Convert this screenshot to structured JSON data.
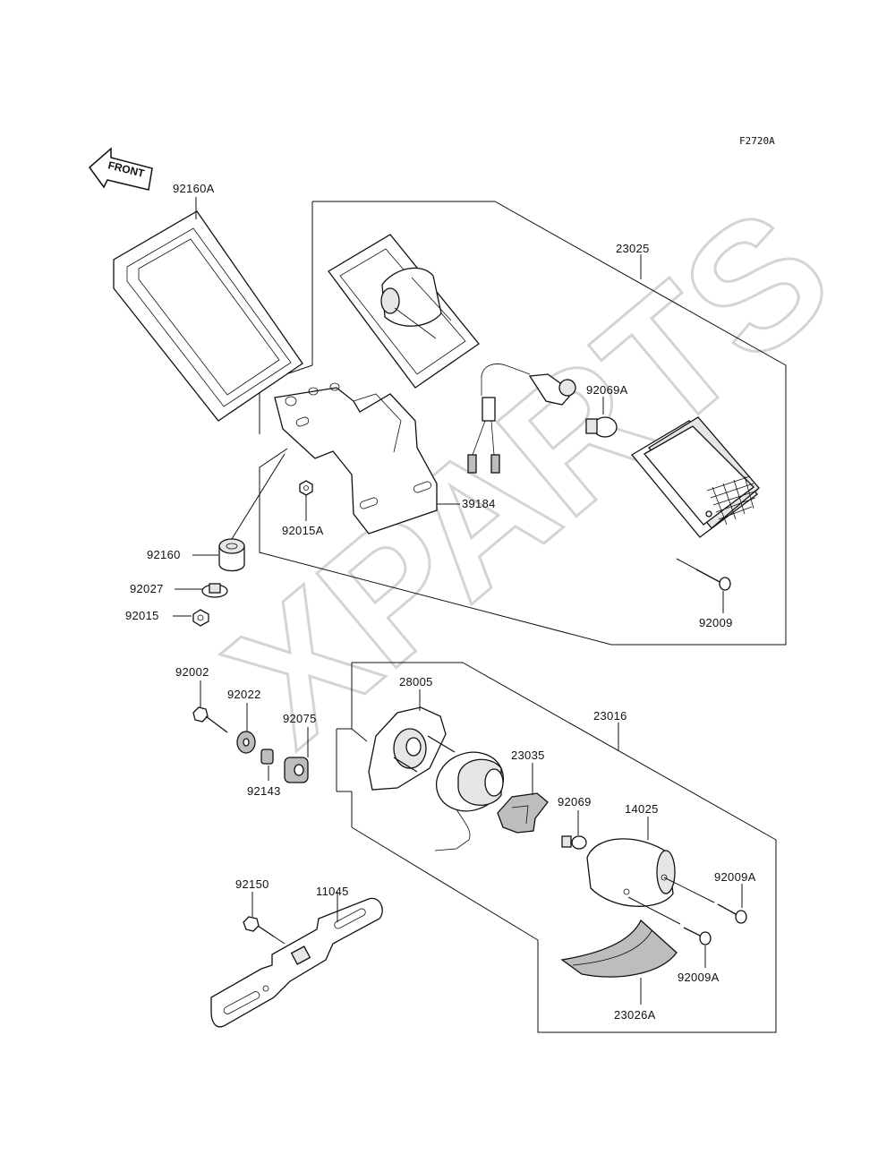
{
  "figure_code": "F2720A",
  "front_label": "FRONT",
  "watermark": "XPARTS",
  "parts": {
    "p92160A": "92160A",
    "p23025": "23025",
    "p92069A": "92069A",
    "p39184": "39184",
    "p92015A": "92015A",
    "p92160": "92160",
    "p92027": "92027",
    "p92015": "92015",
    "p92009": "92009",
    "p92002": "92002",
    "p92022": "92022",
    "p92075": "92075",
    "p92143": "92143",
    "p28005": "28005",
    "p23016": "23016",
    "p23035": "23035",
    "p92069": "92069",
    "p14025": "14025",
    "p92009A_1": "92009A",
    "p92009A_2": "92009A",
    "p92150": "92150",
    "p11045": "11045",
    "p23026A": "23026A"
  }
}
